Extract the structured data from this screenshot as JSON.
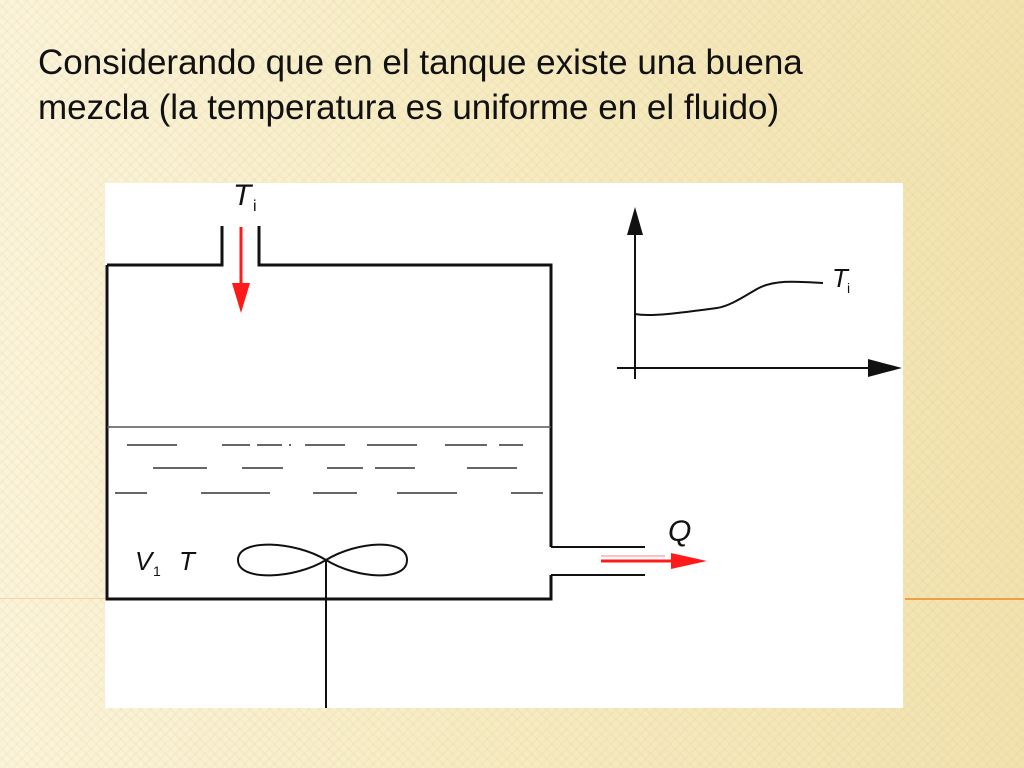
{
  "title": {
    "line1": "Considerando que en el tanque existe una buena",
    "line2": "mezcla (la temperatura es uniforme en el fluido)"
  },
  "diagram": {
    "inlet_label": "T",
    "inlet_subscript": "i",
    "graph_label": "T",
    "graph_subscript": "i",
    "volume_label": "V",
    "volume_subscript": "1",
    "temp_label": "T",
    "outflow_label": "Q",
    "colors": {
      "arrow": "#ff1a1a",
      "line": "#111111"
    }
  }
}
